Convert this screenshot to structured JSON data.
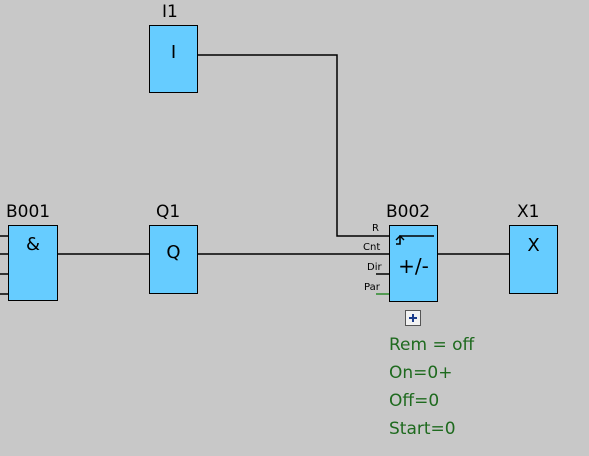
{
  "blocks": {
    "i1": {
      "name": "I1",
      "symbol": "I"
    },
    "b001": {
      "name": "B001",
      "symbol": "&"
    },
    "q1": {
      "name": "Q1",
      "symbol": "Q"
    },
    "b002": {
      "name": "B002",
      "symbol": "+/-",
      "pins": {
        "r": "R",
        "cnt": "Cnt",
        "dir": "Dir",
        "par": "Par"
      }
    },
    "x1": {
      "name": "X1",
      "symbol": "X"
    }
  },
  "parameters": {
    "rem": "Rem = off",
    "on": "On=0+",
    "off": "Off=0",
    "start": "Start=0"
  },
  "colors": {
    "background": "#c8c8c8",
    "block_fill": "#66ccff",
    "wire": "#000000",
    "parameter_text": "#1e6a1e"
  },
  "icons": {
    "expand": "plus-icon",
    "counter": "up-down-counter-icon"
  }
}
